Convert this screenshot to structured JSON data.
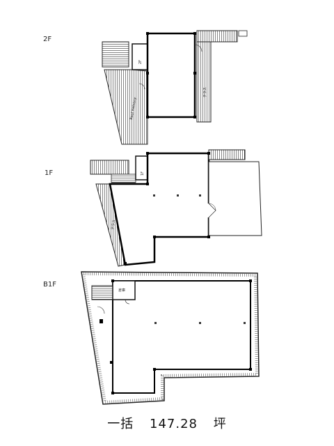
{
  "floors": {
    "f2": {
      "label": "2F",
      "room_a": "2F",
      "room_b": "Roof Balcony",
      "room_c": "テラス"
    },
    "f1": {
      "label": "1F",
      "room_a": "1F",
      "room_b": "テラス"
    },
    "b1": {
      "label": "B1F",
      "room_a": "倉庫"
    }
  },
  "caption": {
    "prefix": "一括",
    "area": "147.28",
    "unit": "坪"
  }
}
